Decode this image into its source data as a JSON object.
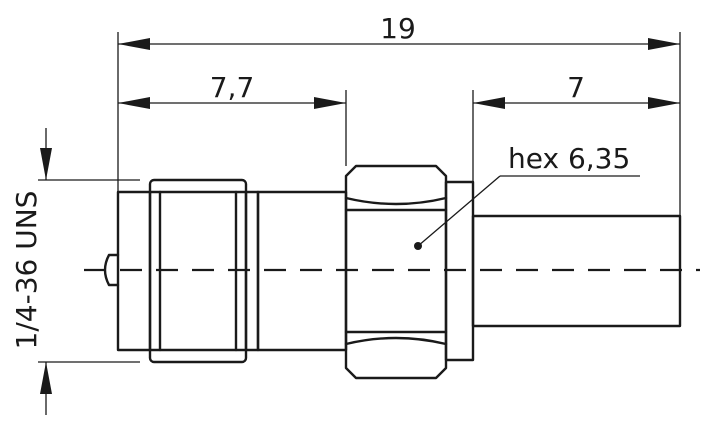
{
  "dimensions": {
    "overall_length": "19",
    "front_length": "7,7",
    "rear_length": "7",
    "hex_label": "hex 6,35",
    "thread_label": "1/4-36 UNS"
  }
}
